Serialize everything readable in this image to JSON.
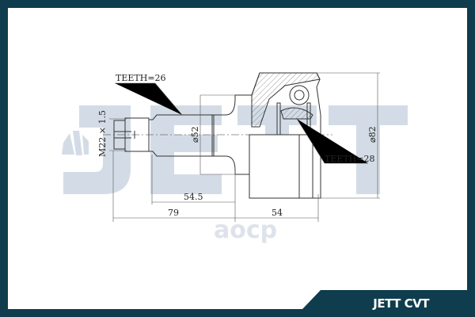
{
  "brand_label": "JETT CVT",
  "watermark_logo": "JETT",
  "watermark_secondary": "aocp",
  "drawing": {
    "teeth_outer": "TEETH=26",
    "teeth_inner": "TEETH=28",
    "thread": "M22 × 1.5",
    "dia_shaft": "⌀52",
    "dia_housing": "⌀82",
    "len_shaft": "54.5",
    "len_total_shaft": "79",
    "len_housing": "54"
  },
  "colors": {
    "frame": "#0f3d4d",
    "watermark": "#d3dce6",
    "line": "#333333"
  }
}
